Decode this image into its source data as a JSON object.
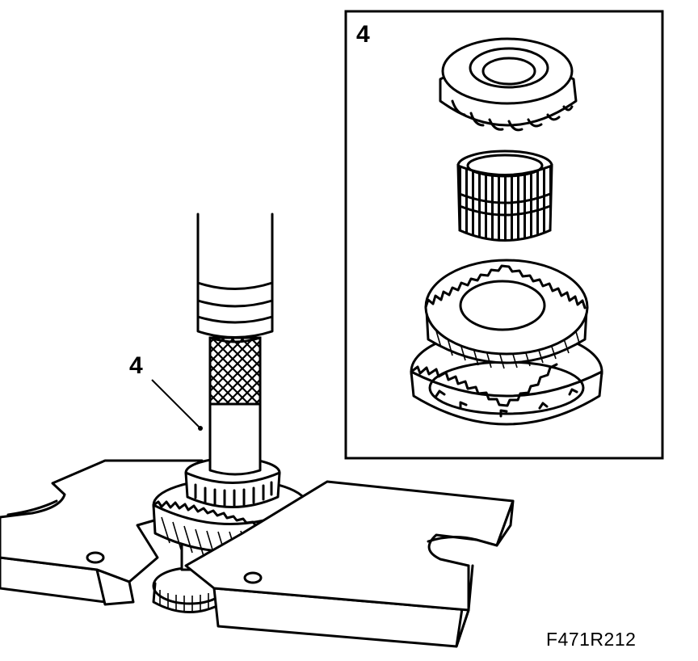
{
  "figure": {
    "main_callout": "4",
    "inset_callout": "4",
    "figure_code": "F471R212"
  },
  "colors": {
    "ink": "#000000",
    "paper": "#ffffff"
  }
}
